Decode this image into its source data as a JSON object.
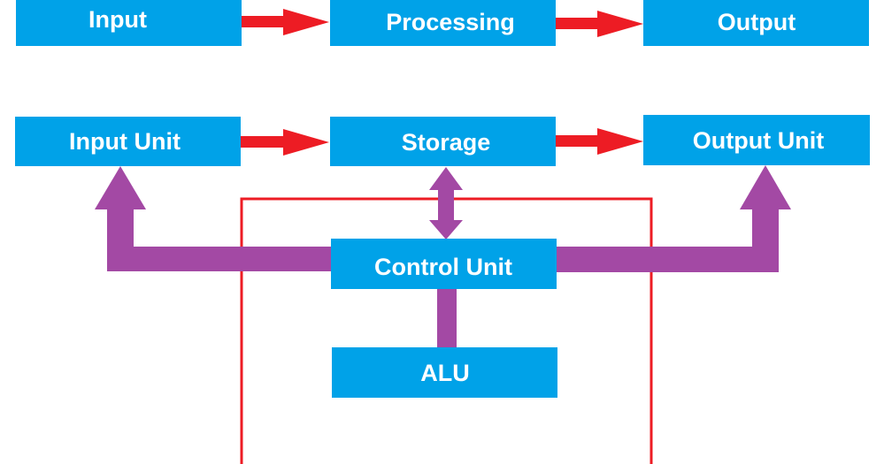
{
  "top_row": {
    "input": "Input",
    "processing": "Processing",
    "output": "Output"
  },
  "architecture": {
    "input_unit": "Input Unit",
    "storage": "Storage",
    "output_unit": "Output Unit",
    "control_unit": "Control Unit",
    "alu": "ALU"
  },
  "colors": {
    "box_fill": "#00a2e8",
    "box_text": "#ffffff",
    "flow_arrow": "#ed1c24",
    "control_path": "#a349a4",
    "cpu_boundary": "#ed1c24"
  }
}
